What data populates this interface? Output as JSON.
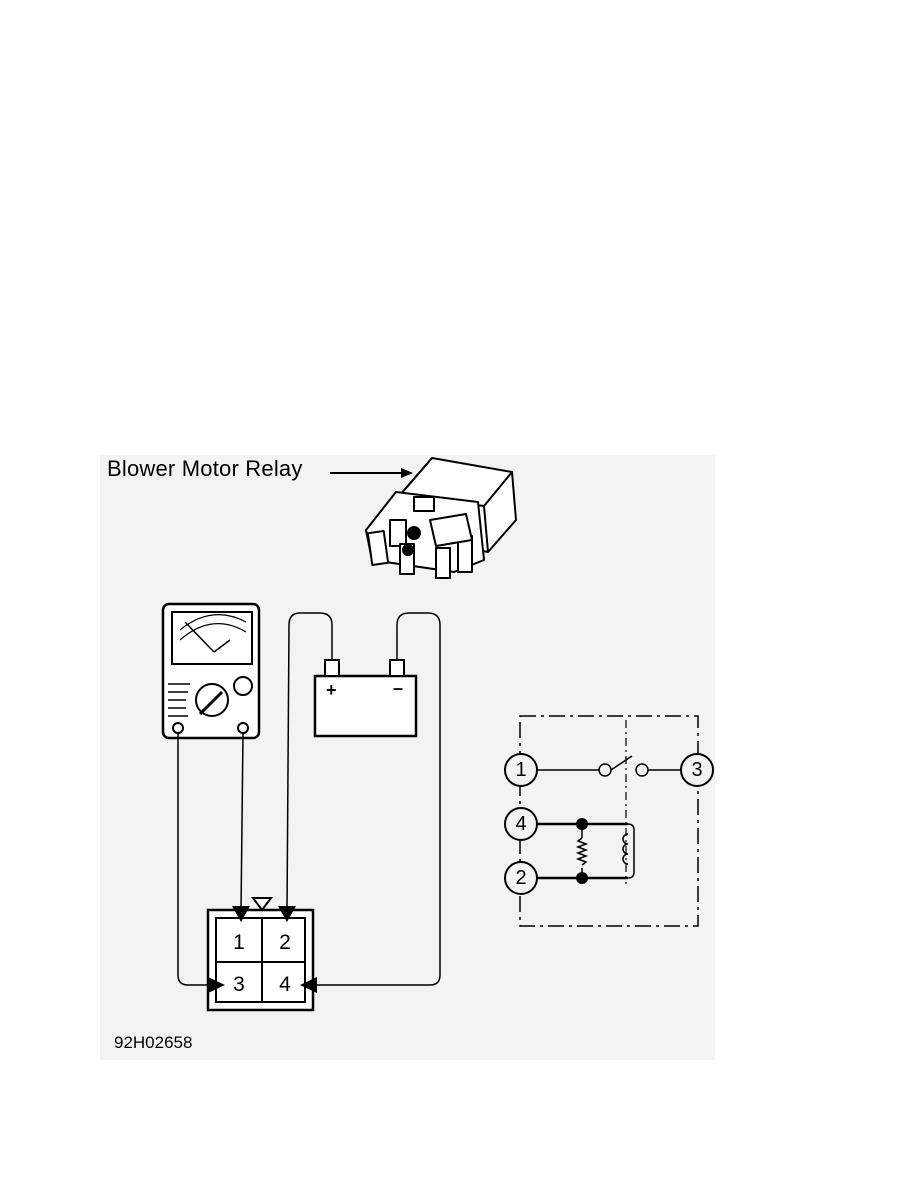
{
  "figure": {
    "label": "Blower Motor Relay",
    "code": "92H02658"
  },
  "connector": {
    "pins": [
      "1",
      "2",
      "3",
      "4"
    ]
  },
  "battery": {
    "positive": "+",
    "negative": "–"
  },
  "schematic": {
    "nodes": [
      "1",
      "4",
      "2",
      "3"
    ]
  }
}
